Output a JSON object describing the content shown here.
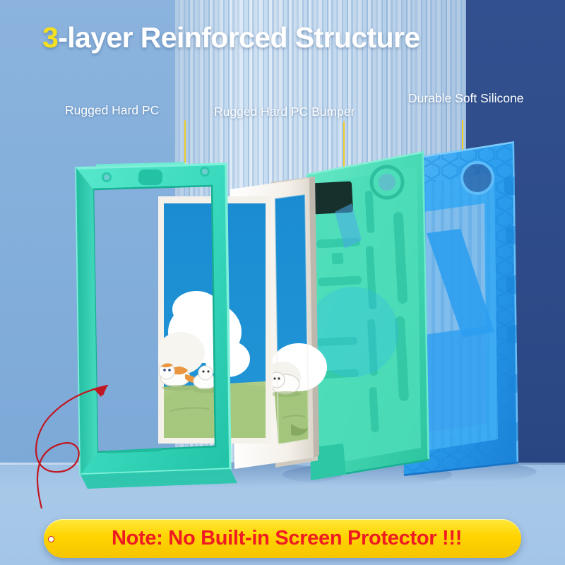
{
  "header": {
    "title_accent": "3",
    "title_rest": "-layer Reinforced Structure"
  },
  "layers": [
    {
      "id": "hard-pc-frame",
      "label": "Rugged Hard PC",
      "callout_color": "#FFD21A",
      "material_color": "#3CDBBF"
    },
    {
      "id": "hard-pc-bumper",
      "label": "Rugged Hard PC Bumper",
      "callout_color": "#FFD21A",
      "material_color": "#49D9B6"
    },
    {
      "id": "soft-silicone",
      "label": "Durable Soft Silicone",
      "callout_color": "#FFD21A",
      "material_color": "#2D9FF0"
    }
  ],
  "note": {
    "text": "Note: No Built-in Screen Protector !!!",
    "background_color": "#FFD400",
    "text_color": "#EE1C22"
  },
  "device": {
    "body_color": "#F6F3EE",
    "screen_wallpaper": {
      "sky_color": "#1E8FD0",
      "cloud_color": "#FFFFFF",
      "hill_color": "#A8C87E",
      "subjects": [
        "orange-white-cat",
        "white-cat",
        "white-cat"
      ]
    }
  },
  "palette": {
    "background_left": "#83AEDB",
    "background_stripes": "#C6DCF0",
    "background_right": "#2E4A88",
    "floor": "#A3C5E7",
    "mint": "#3CDBBF",
    "teal": "#49D9B6",
    "blue": "#2D9FF0",
    "arrow_red": "#C01722",
    "title_accent": "#F5E020"
  }
}
